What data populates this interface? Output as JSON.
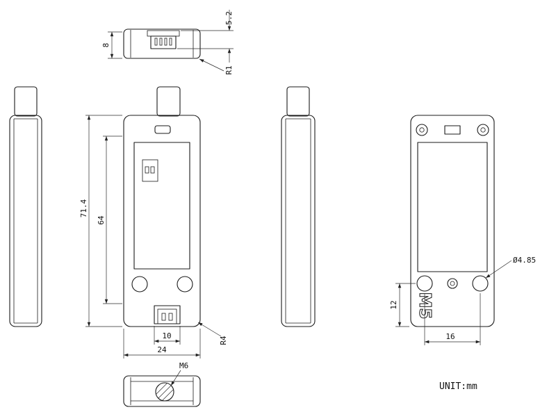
{
  "drawing": {
    "unit_label": "UNIT:mm",
    "logo_text": "M5",
    "dims": {
      "connector_height": "5.2",
      "top_thickness": "8",
      "corner_radius_top": "R1",
      "overall_length": "71.4",
      "upper_body_length": "64",
      "bottom_connector_width": "10",
      "body_width": "24",
      "corner_radius_body": "R4",
      "hole_diameter": "Ø4.85",
      "hole_offset_bottom": "12",
      "hole_spacing": "16",
      "screw_size": "M6"
    }
  }
}
